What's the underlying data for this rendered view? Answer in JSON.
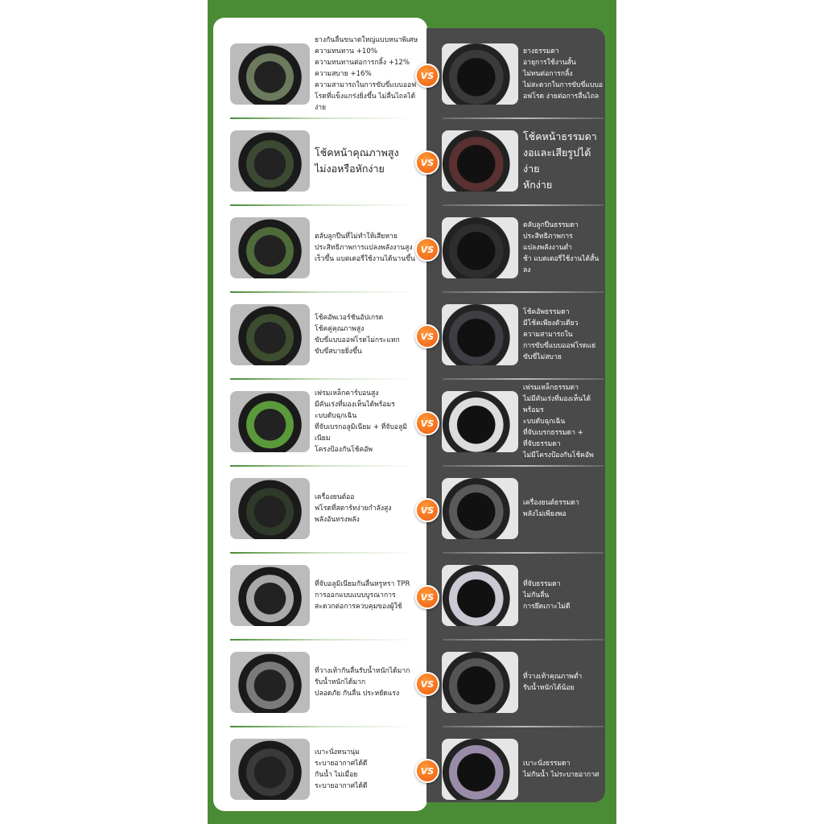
{
  "vs_label": "VS",
  "colors": {
    "green": "#4a8c35",
    "dark": "#4a4a4a",
    "vs": "#ef5a0f"
  },
  "rows": [
    {
      "left": [
        "ยางกันลื่นขนาดใหญ่แบบหนาพิเศษ",
        "ความทนทาน +10%",
        "ความทนทานต่อการกลิ้ง +12%",
        "ความสบาย +16%",
        "ความสามารถในการขับขี่แบบออฟ",
        "โรดที่แข็งแกร่งยิ่งขึ้น ไม่ลื่นไถลได้ง่าย"
      ],
      "right": [
        "ยางธรรมดา",
        "อายุการใช้งานสั้น",
        "ไม่ทนต่อการกลิ้ง",
        "ไม่สะดวกในการขับขี่แบบอ",
        "อฟโรด ง่ายต่อการลื่นไถล"
      ]
    },
    {
      "left": [
        "โช้คหน้าคุณภาพสูง",
        "ไม่งอหรือหักง่าย"
      ],
      "right": [
        "โช้คหน้าธรรมดา",
        "งอและเสียรูปได้ง่าย",
        "หักง่าย"
      ]
    },
    {
      "left": [
        "ตลับลูกปืนที่ไม่ทำให้เสียหาย",
        "ประสิทธิภาพการแปลงพลังงานสูง",
        "เร็วขึ้น แบตเตอรี่ใช้งานได้นานขึ้น"
      ],
      "right": [
        "ตลับลูกปืนธรรมดา",
        "ประสิทธิภาพการ",
        "แปลงพลังงานต่ำ",
        "ช้า แบตเตอรี่ใช้งานได้สั้นลง"
      ]
    },
    {
      "left": [
        "โช้คอัพเวอร์ชันอัปเกรด",
        "โช้คคู่คุณภาพสูง",
        "ขับขี่แบบออฟโรดไม่กระแทก",
        "ขับขี่สบายยิ่งขึ้น"
      ],
      "right": [
        "โช้คอัพธรรมดา",
        "มีโช้คเพียงตัวเดียว",
        "ความสามารถใน",
        "การขับขี่แบบออฟโรดแย่",
        "ขับขี่ไม่สบาย"
      ]
    },
    {
      "left": [
        "เฟรมเหล็กคาร์บอนสูง",
        "มีคันเร่งที่มองเห็นได้พร้อมร",
        "ะบบดับฉุกเฉิน",
        "ที่จับเบรกอลูมิเนียม + ที่จับอลูมิเนียม",
        "โครงป้องกันโช้คอัพ"
      ],
      "right": [
        "เฟรมเหล็กธรรมดา",
        "ไม่มีคันเร่งที่มองเห็นได้พร้อมร",
        "ะบบดับฉุกเฉิน",
        "ที่จับเบรกธรรมดา +",
        "ที่จับธรรมดา",
        "ไม่มีโครงป้องกันโช้คอัพ"
      ]
    },
    {
      "left": [
        "เครื่องยนต์ออ",
        "ฟโรดที่สตาร์ทง่ายกำลังสูง",
        "พลังอันทรงพลัง"
      ],
      "right": [
        "เครื่องยนต์ธรรมดา",
        "พลังไม่เพียงพอ"
      ]
    },
    {
      "left": [
        "ที่จับอลูมิเนียมกันลื่นหรูหรา TPR",
        "การออกแบบแบบบูรณาการ",
        "สะดวกต่อการควบคุมของผู้ใช้"
      ],
      "right": [
        "ที่จับธรรมดา",
        "ไม่กันลื่น",
        "การยึดเกาะไม่ดี"
      ]
    },
    {
      "left": [
        "ที่วางเท้ากันลื่นรับน้ำหนักได้มาก",
        "รับน้ำหนักได้มาก",
        "ปลอดภัย กันลื่น ประหยัดแรง"
      ],
      "right": [
        "ที่วางเท้าคุณภาพต่ำ",
        "รับน้ำหนักได้น้อย"
      ]
    },
    {
      "left": [
        "เบาะนั่งหนานุ่ม",
        "ระบายอากาศได้ดี",
        "กันน้ำ ไม่เมื่อย",
        "ระบายอากาศได้ดี"
      ],
      "right": [
        "เบาะนั่งธรรมดา",
        "ไม่กันน้ำ ไม่ระบายอากาศ"
      ]
    }
  ]
}
